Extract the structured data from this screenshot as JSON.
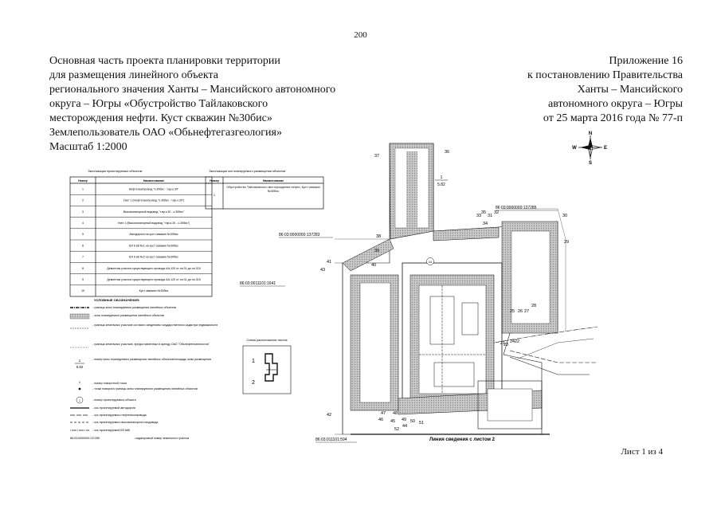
{
  "page_number": "200",
  "header_left": [
    "Основная часть проекта планировки территории",
    "для размещения линейного объекта",
    "регионального значения Ханты – Мансийского автономного",
    "округа – Югры «Обустройство Тайлаковского",
    "месторождения нефти. Куст скважин №30бис»",
    "Землепользователь ОАО «Обьнефтегазгеология»",
    "Масштаб 1:2000"
  ],
  "header_right": [
    "Приложение 16",
    "к постановлению Правительства",
    "Ханты – Мансийского",
    "автономного округа – Югры",
    "от 25 марта 2016 года № 77-п"
  ],
  "sheet_label": "Лист 1 из 4",
  "compass": {
    "n": "N",
    "s": "S",
    "w": "W",
    "e": "E"
  },
  "table_linear": {
    "title": "Экспликация проектируемых объектов",
    "col_num": "Номер",
    "col_name": "Наименование",
    "rows": [
      {
        "num": "1",
        "name": "Нефтегазопровод \"к.30бис - т.вр.к.30\""
      },
      {
        "num": "2",
        "name": "Узел 1 (Нефтегазопровод \"к.30бис - т.вр.к.30\")"
      },
      {
        "num": "3",
        "name": "Высоконапорный водовод \"т.вр.к.30 - к.30бис\""
      },
      {
        "num": "4",
        "name": "Узел 1 (Высоконапорный водовод \"т.вр.к.30 - к.30бис\")"
      },
      {
        "num": "5",
        "name": "Автодорога на куст скважин №30бис"
      },
      {
        "num": "6",
        "name": "ВЛ 6 кВ №1 на куст скважин №30бис"
      },
      {
        "num": "7",
        "name": "ВЛ 6 кВ №2 на куст скважин №30бис"
      },
      {
        "num": "8",
        "name": "Демонтаж участка существующего провода АА-120 от оп.31 до оп.315"
      },
      {
        "num": "9",
        "name": "Демонтаж участка существующего провода АА-120 от оп.31 до оп.315"
      },
      {
        "num": "10",
        "name": "Куст скважин №30бис"
      }
    ]
  },
  "table_area": {
    "title": "Экспликация зон планируемого размещения объектов",
    "col_num": "Номер",
    "col_name": "Наименование",
    "rows": [
      {
        "num": "1",
        "name": "Обустройство Тайлаковского месторождения нефти. Куст скважин №30бис"
      }
    ]
  },
  "legend": {
    "title": "УСЛОВНЫЕ ОБОЗНАЧЕНИЯ:",
    "items": [
      "- граница зоны планируемого размещения линейных объектов",
      "- зона планируемого размещения линейных объектов",
      "- граница земельных участков согласно сведениям государственного кадастра недвижимости",
      "- граница земельных участков, предоставленных в аренду ОАО \"Обьнефтегазгеология\"",
      "- номер зоны планируемого размещения линейных объектов/площадь зоны размещения",
      "- номер поворотной точки",
      "- точки поворота границы зоны планируемого размещения линейных объектов",
      "- номер проектируемого объекта",
      "- ось проектируемой автодороги",
      "- ось проектируемого нефтегазопровода",
      "- ось проектируемого высоконапорного водовода",
      "- ось проектируемой ВЛ 6кВ",
      "- кадастровый номер земельного участка"
    ],
    "zone_label_top": "1",
    "zone_label_bottom": "5.82",
    "cadastral_sample": "86:03:0000000:137285"
  },
  "scheme": {
    "title": "Схема расположения листов",
    "label1": "1",
    "label2": "2"
  },
  "plan": {
    "cadastral_1": "86:03:0000000:137285",
    "cadastral_2": "86:03:0000000:137283",
    "cadastral_3": "86:03:0011101:1641",
    "cadastral_4": "86:03:011101:594",
    "zone_top": "1",
    "zone_bottom": "5.82",
    "match_line": "Линия сведения с листом 2",
    "object_label": "10",
    "points": [
      "37",
      "36",
      "38",
      "39",
      "40",
      "41",
      "42",
      "35",
      "34",
      "33",
      "32",
      "31",
      "30",
      "29",
      "28",
      "27",
      "26",
      "25",
      "24",
      "23",
      "22",
      "21",
      "43",
      "44",
      "45",
      "46",
      "47",
      "48",
      "49",
      "50",
      "51",
      "52"
    ]
  }
}
